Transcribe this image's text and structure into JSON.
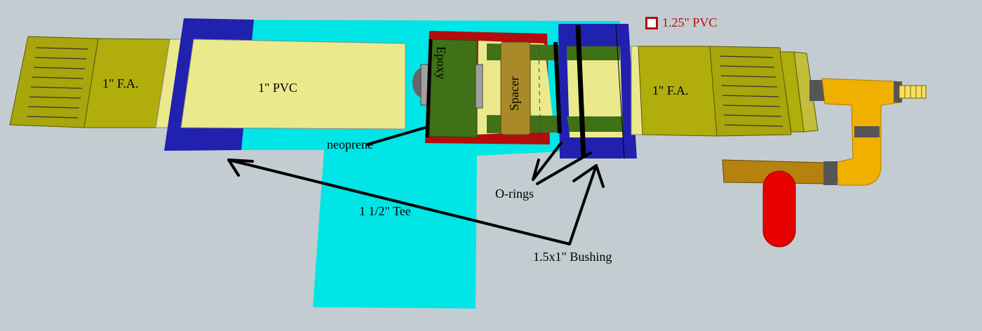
{
  "labels": {
    "fa_left": "1\" F.A.",
    "pvc": "1\" PVC",
    "epoxy": "Epoxy",
    "spacer": "Spacer",
    "fa_right": "1\" F.A.",
    "neoprene": "neoprene",
    "orings": "O-rings",
    "tee": "1 1/2\" Tee",
    "bushing": "1.5x1\" Bushing"
  },
  "legend": {
    "pvc_125": "1.25\" PVC",
    "pvc_125_color": "#b30d0d"
  },
  "colors": {
    "background": "#c3cdd1",
    "tee": "#00e5e5",
    "bushing": "#2121b0",
    "pvc_1in": "#ece98c",
    "fitting_adapter": "#b0ad0d",
    "epoxy": "#3f7117",
    "spacer": "#a88a28",
    "pvc_125": "#b30d0d",
    "valve": "#f0b000",
    "handle": "#e60000"
  }
}
